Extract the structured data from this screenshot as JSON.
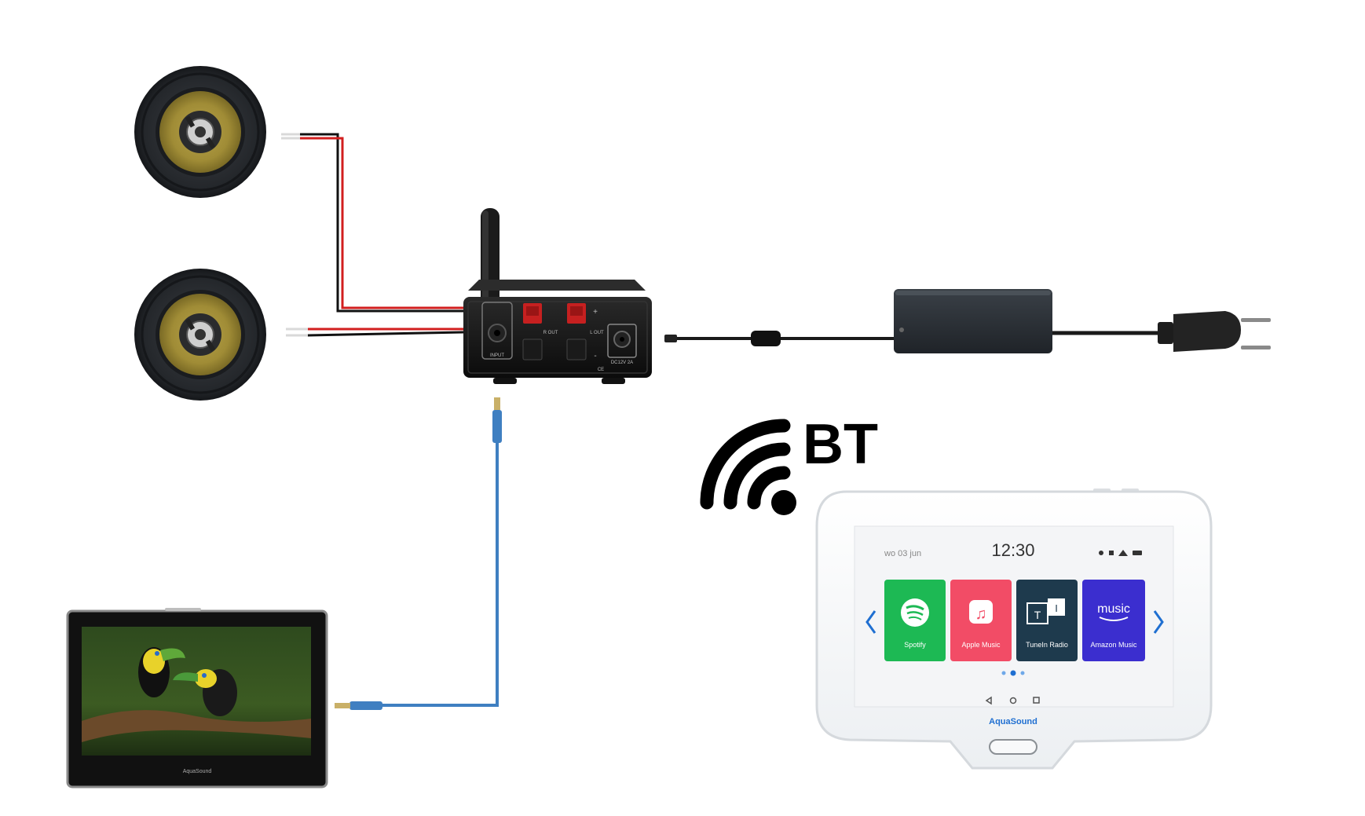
{
  "diagram": {
    "bt_label": "BT",
    "amplifier": {
      "left_out": "L OUT",
      "right_out": "R OUT",
      "input": "INPUT",
      "power_rating": "DC12V 2A",
      "plus": "+",
      "minus": "-",
      "ce": "CE"
    },
    "tablet": {
      "brand": "AquaSound"
    },
    "wall_panel": {
      "date": "wo 03 jun",
      "time": "12:30",
      "brand": "AquaSound",
      "apps": [
        {
          "name": "Spotify",
          "color": "#1DB954"
        },
        {
          "name": "Apple Music",
          "color": "#F24C66"
        },
        {
          "name": "TuneIn Radio",
          "color": "#1E3A4D"
        },
        {
          "name": "Amazon Music",
          "color": "#3B2ECF"
        }
      ],
      "amazon_logo_text": "music",
      "tunein_letters": [
        "T",
        "I"
      ]
    },
    "colors": {
      "wire_red": "#d21f1f",
      "wire_black": "#111111",
      "aux_cable": "#3f7fc1",
      "bt_symbol": "#000000"
    }
  }
}
